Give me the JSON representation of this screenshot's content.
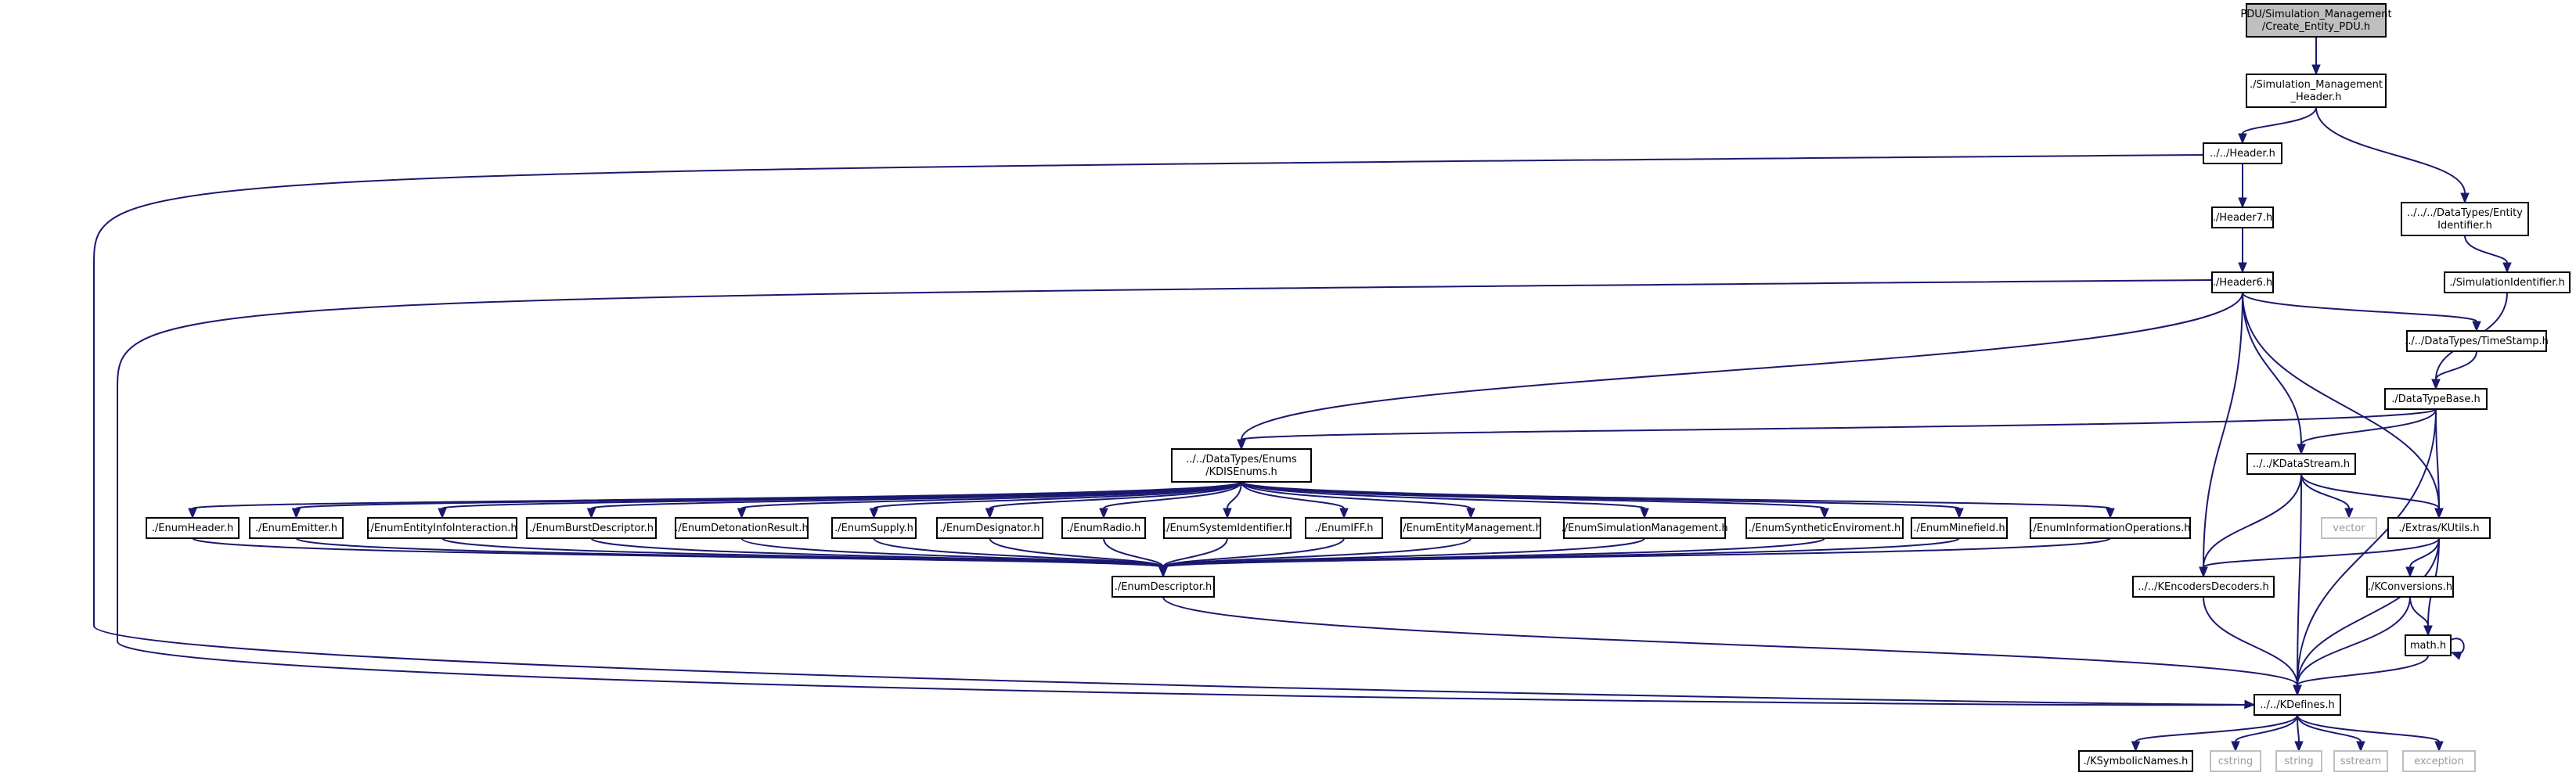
{
  "diagram": {
    "type": "include-dependency-graph",
    "colors": {
      "edge": "#191970",
      "root_fill": "#bfbfbf",
      "node_fill": "#ffffff",
      "node_border": "#000000",
      "system_border": "#bfbfbf",
      "system_text": "#9a9a9a"
    },
    "nodes": [
      {
        "id": "root",
        "lines": [
          "PDU/Simulation_Management",
          "/Create_Entity_PDU.h"
        ],
        "kind": "root"
      },
      {
        "id": "smh",
        "lines": [
          "./Simulation_Management",
          "_Header.h"
        ],
        "kind": "file"
      },
      {
        "id": "header",
        "lines": [
          "../../Header.h"
        ],
        "kind": "file"
      },
      {
        "id": "entid",
        "lines": [
          "../../../DataTypes/Entity",
          "Identifier.h"
        ],
        "kind": "file"
      },
      {
        "id": "header7",
        "lines": [
          "./Header7.h"
        ],
        "kind": "file"
      },
      {
        "id": "simid",
        "lines": [
          "./SimulationIdentifier.h"
        ],
        "kind": "file"
      },
      {
        "id": "header6",
        "lines": [
          "./Header6.h"
        ],
        "kind": "file"
      },
      {
        "id": "timestamp",
        "lines": [
          "../../DataTypes/TimeStamp.h"
        ],
        "kind": "file"
      },
      {
        "id": "dtbase",
        "lines": [
          "./DataTypeBase.h"
        ],
        "kind": "file"
      },
      {
        "id": "disenums",
        "lines": [
          "../../DataTypes/Enums",
          "/KDISEnums.h"
        ],
        "kind": "file"
      },
      {
        "id": "kdatastream",
        "lines": [
          "../../KDataStream.h"
        ],
        "kind": "file"
      },
      {
        "id": "enumheader",
        "lines": [
          "./EnumHeader.h"
        ],
        "kind": "file"
      },
      {
        "id": "enumemitter",
        "lines": [
          "./EnumEmitter.h"
        ],
        "kind": "file"
      },
      {
        "id": "enumentinfo",
        "lines": [
          "./EnumEntityInfoInteraction.h"
        ],
        "kind": "file"
      },
      {
        "id": "enumburst",
        "lines": [
          "./EnumBurstDescriptor.h"
        ],
        "kind": "file"
      },
      {
        "id": "enumdet",
        "lines": [
          "./EnumDetonationResult.h"
        ],
        "kind": "file"
      },
      {
        "id": "enumsupply",
        "lines": [
          "./EnumSupply.h"
        ],
        "kind": "file"
      },
      {
        "id": "enumdesig",
        "lines": [
          "./EnumDesignator.h"
        ],
        "kind": "file"
      },
      {
        "id": "enumradio",
        "lines": [
          "./EnumRadio.h"
        ],
        "kind": "file"
      },
      {
        "id": "enumsysid",
        "lines": [
          "./EnumSystemIdentifier.h"
        ],
        "kind": "file"
      },
      {
        "id": "enumiff",
        "lines": [
          "./EnumIFF.h"
        ],
        "kind": "file"
      },
      {
        "id": "enumentmgmt",
        "lines": [
          "./EnumEntityManagement.h"
        ],
        "kind": "file"
      },
      {
        "id": "enumsimmgmt",
        "lines": [
          "./EnumSimulationManagement.h"
        ],
        "kind": "file"
      },
      {
        "id": "enumsynth",
        "lines": [
          "./EnumSyntheticEnviroment.h"
        ],
        "kind": "file"
      },
      {
        "id": "enummine",
        "lines": [
          "./EnumMinefield.h"
        ],
        "kind": "file"
      },
      {
        "id": "enuminfoops",
        "lines": [
          "./EnumInformationOperations.h"
        ],
        "kind": "file"
      },
      {
        "id": "vector",
        "lines": [
          "vector"
        ],
        "kind": "system"
      },
      {
        "id": "kutils",
        "lines": [
          "./Extras/KUtils.h"
        ],
        "kind": "file"
      },
      {
        "id": "enumdesc",
        "lines": [
          "./EnumDescriptor.h"
        ],
        "kind": "file"
      },
      {
        "id": "kencdec",
        "lines": [
          "../../KEncodersDecoders.h"
        ],
        "kind": "file"
      },
      {
        "id": "kconv",
        "lines": [
          "./KConversions.h"
        ],
        "kind": "file"
      },
      {
        "id": "math",
        "lines": [
          "math.h"
        ],
        "kind": "file"
      },
      {
        "id": "kdefines",
        "lines": [
          "../../KDefines.h"
        ],
        "kind": "file"
      },
      {
        "id": "ksymbolic",
        "lines": [
          "./KSymbolicNames.h"
        ],
        "kind": "file"
      },
      {
        "id": "cstring",
        "lines": [
          "cstring"
        ],
        "kind": "system"
      },
      {
        "id": "string",
        "lines": [
          "string"
        ],
        "kind": "system"
      },
      {
        "id": "sstream",
        "lines": [
          "sstream"
        ],
        "kind": "system"
      },
      {
        "id": "exception",
        "lines": [
          "exception"
        ],
        "kind": "system"
      }
    ],
    "edges": [
      [
        "root",
        "smh"
      ],
      [
        "smh",
        "header"
      ],
      [
        "smh",
        "entid"
      ],
      [
        "header",
        "header7"
      ],
      [
        "header",
        "kdefines"
      ],
      [
        "entid",
        "simid"
      ],
      [
        "header7",
        "header6"
      ],
      [
        "simid",
        "dtbase"
      ],
      [
        "header6",
        "timestamp"
      ],
      [
        "header6",
        "disenums"
      ],
      [
        "header6",
        "kdatastream"
      ],
      [
        "header6",
        "kutils"
      ],
      [
        "header6",
        "kencdec"
      ],
      [
        "header6",
        "kdefines"
      ],
      [
        "timestamp",
        "dtbase"
      ],
      [
        "dtbase",
        "disenums"
      ],
      [
        "dtbase",
        "kdatastream"
      ],
      [
        "dtbase",
        "kutils"
      ],
      [
        "dtbase",
        "kdefines"
      ],
      [
        "disenums",
        "enumheader"
      ],
      [
        "disenums",
        "enumemitter"
      ],
      [
        "disenums",
        "enumentinfo"
      ],
      [
        "disenums",
        "enumburst"
      ],
      [
        "disenums",
        "enumdet"
      ],
      [
        "disenums",
        "enumsupply"
      ],
      [
        "disenums",
        "enumdesig"
      ],
      [
        "disenums",
        "enumradio"
      ],
      [
        "disenums",
        "enumsysid"
      ],
      [
        "disenums",
        "enumiff"
      ],
      [
        "disenums",
        "enumentmgmt"
      ],
      [
        "disenums",
        "enumsimmgmt"
      ],
      [
        "disenums",
        "enumsynth"
      ],
      [
        "disenums",
        "enummine"
      ],
      [
        "disenums",
        "enuminfoops"
      ],
      [
        "enumheader",
        "enumdesc"
      ],
      [
        "enumemitter",
        "enumdesc"
      ],
      [
        "enumentinfo",
        "enumdesc"
      ],
      [
        "enumburst",
        "enumdesc"
      ],
      [
        "enumdet",
        "enumdesc"
      ],
      [
        "enumsupply",
        "enumdesc"
      ],
      [
        "enumdesig",
        "enumdesc"
      ],
      [
        "enumradio",
        "enumdesc"
      ],
      [
        "enumsysid",
        "enumdesc"
      ],
      [
        "enumiff",
        "enumdesc"
      ],
      [
        "enumentmgmt",
        "enumdesc"
      ],
      [
        "enumsimmgmt",
        "enumdesc"
      ],
      [
        "enumsynth",
        "enumdesc"
      ],
      [
        "enummine",
        "enumdesc"
      ],
      [
        "enuminfoops",
        "enumdesc"
      ],
      [
        "enumdesc",
        "kdefines"
      ],
      [
        "kdatastream",
        "vector"
      ],
      [
        "kdatastream",
        "kutils"
      ],
      [
        "kdatastream",
        "kencdec"
      ],
      [
        "kdatastream",
        "kdefines"
      ],
      [
        "kutils",
        "kencdec"
      ],
      [
        "kutils",
        "kconv"
      ],
      [
        "kutils",
        "math"
      ],
      [
        "kutils",
        "kdefines"
      ],
      [
        "kencdec",
        "kdefines"
      ],
      [
        "kconv",
        "math"
      ],
      [
        "kconv",
        "kdefines"
      ],
      [
        "math",
        "kdefines"
      ],
      [
        "math",
        "math"
      ],
      [
        "kdefines",
        "ksymbolic"
      ],
      [
        "kdefines",
        "cstring"
      ],
      [
        "kdefines",
        "string"
      ],
      [
        "kdefines",
        "sstream"
      ],
      [
        "kdefines",
        "exception"
      ]
    ]
  }
}
